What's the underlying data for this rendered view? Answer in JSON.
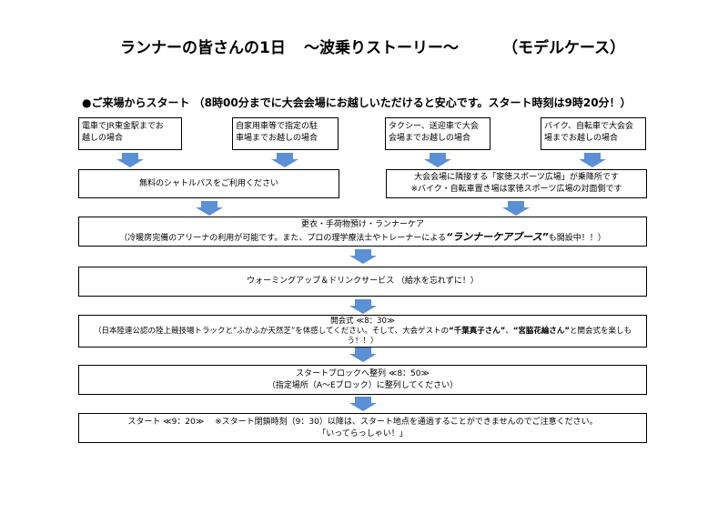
{
  "title": {
    "part1": "ランナーの皆さんの1日",
    "part2": "～波乗りストーリー～",
    "part3": "（モデルケース）"
  },
  "intro": "●ご来場からスタート （8時00分までに大会会場にお越しいただけると安心です。スタート時刻は9時20分！）",
  "access": [
    {
      "line1": "電車でJR東金駅までお",
      "line2": "越しの場合"
    },
    {
      "line1": "自家用車等で指定の駐",
      "line2": "車場までお越しの場合"
    },
    {
      "line1": "タクシー、送迎車で大会",
      "line2": "会場までお越しの場合"
    },
    {
      "line1": "バイク、自転車で大会会",
      "line2": "場までお越しの場合"
    }
  ],
  "shuttle": "無料のシャトルバスをご利用ください",
  "dropoff": {
    "line1": "大会会場に隣接する「家徳スポーツ広場」が乗降所です",
    "line2": "※バイク・自転車置き場は家徳スポーツ広場の対面側です"
  },
  "changing": {
    "line1": "更衣・手荷物預け・ランナーケア",
    "line2_pre": "（冷暖房完備のアリーナの利用が可能です。また、プロの理学療法士やトレーナーによる",
    "line2_emph": "“ランナーケアブース”",
    "line2_post": "も開設中！！）"
  },
  "warmup": "ウォーミングアップ＆ドリンクサービス （給水を忘れずに！）",
  "opening": {
    "line1": "開会式 ≪8：30≫",
    "line2_a": "（日本陸連公認の陸上競技場トラックと“ふかふか天然芝”を体感してください。そして、大会ゲストの",
    "line2_b": "“千葉真子さん”",
    "line2_c": "、",
    "line2_d": "“宮脇花綸さん”",
    "line2_e": "と開会式を楽しも",
    "line3": "う！！）"
  },
  "block": {
    "line1": "スタートブロックへ整列 ≪8：50≫",
    "line2": "（指定場所（A～Eブロック）に整列してください）"
  },
  "start": {
    "line1": "スタート ≪9：20≫　 ※スタート閉鎖時刻（9：30）以降は、スタート地点を通過することができませんのでご注意ください。",
    "line2": "「いってらっしゃい！」"
  },
  "colors": {
    "arrow": "#5b8fd6",
    "border": "#000000"
  }
}
